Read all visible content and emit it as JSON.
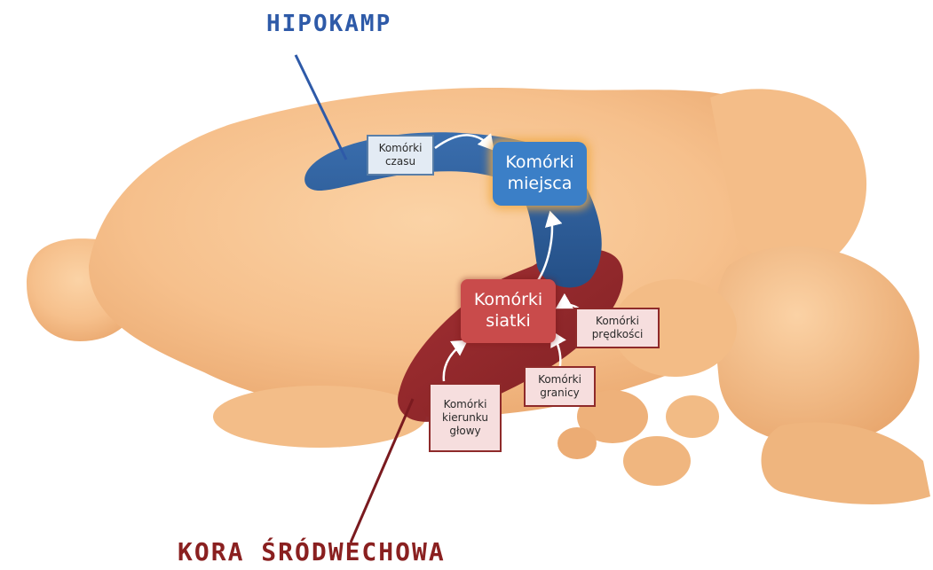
{
  "labels": {
    "hippocampus_title": "HIPOKAMP",
    "entorhinal_title": "KORA ŚRÓDWECHOWA",
    "time_cells": "Komórki\nczasu",
    "place_cells": "Komórki\nmiejsca",
    "grid_cells": "Komórki\nsiatki",
    "speed_cells": "Komórki\nprędkości",
    "border_cells": "Komórki\ngranicy",
    "head_direction_cells": "Komórki\nkierunku\ngłowy"
  },
  "colors": {
    "hippocampus": "#2f5f9a",
    "hippocampus_label": "#2e5aa8",
    "entorhinal": "#8e1f24",
    "entorhinal_label": "#8a2020",
    "brain": "#f6c596",
    "place_box": "#3b7fc7",
    "grid_box": "#c94b4b"
  }
}
